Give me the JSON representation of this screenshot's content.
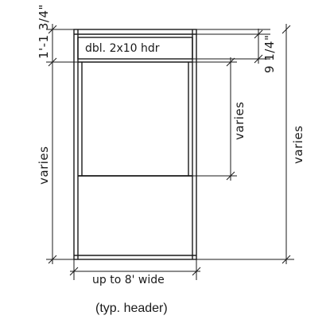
{
  "header_label": "dbl. 2x10 hdr",
  "left_top_dim": "1'-1 3/4\"",
  "left_main_dim": "varies",
  "right_top_dim": "9 1/4\"",
  "middle_dim": "varies",
  "right_overall_dim": "varies",
  "bottom_dim": "up to 8' wide",
  "caption": "(typ. header)"
}
